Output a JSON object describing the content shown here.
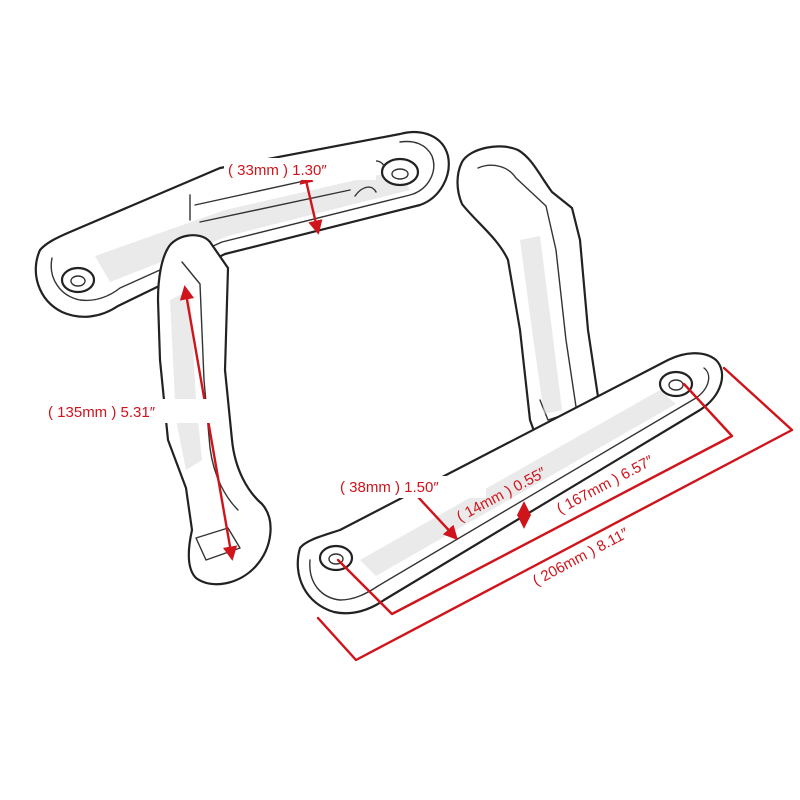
{
  "colors": {
    "dimension": "#d0141c",
    "outline": "#222222",
    "background": "#ffffff"
  },
  "dimensions": {
    "top_plate_width": "( 33mm ) 1.30″",
    "left_arm_length": "( 135mm ) 5.31″",
    "bottom_plate_width": "( 38mm ) 1.50″",
    "plate_thickness": "( 14mm ) 0.55″",
    "hole_spacing": "( 167mm ) 6.57″",
    "overall_length": "( 206mm ) 8.11″"
  }
}
